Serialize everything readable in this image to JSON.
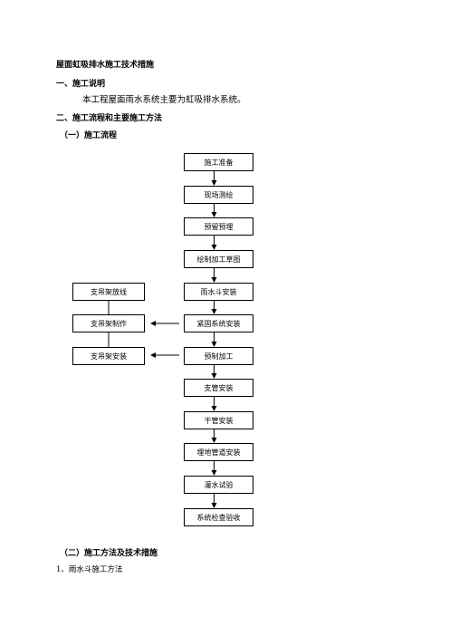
{
  "document": {
    "title": "屋面虹吸排水施工技术措施",
    "section1_heading": "一、施工说明",
    "section1_text": "本工程屋面雨水系统主要为虹吸排水系统。",
    "section2_heading": "二、施工流程和主要施工方法",
    "sub1_heading": "（一）施工流程",
    "sub2_heading": "（二）施工方法及技术措施",
    "item1": "1、雨水斗施工方法"
  },
  "flowchart": {
    "main_steps": [
      "施工准备",
      "现场测绘",
      "预留预埋",
      "绘制加工草图",
      "雨水斗安装",
      "紧固系统安装",
      "预制加工",
      "支管安装",
      "干管安装",
      "埋地管道安装",
      "灌水试验",
      "系统检查验收"
    ],
    "side_steps": [
      "支吊架放线",
      "支吊架制作",
      "支吊架安装"
    ]
  }
}
